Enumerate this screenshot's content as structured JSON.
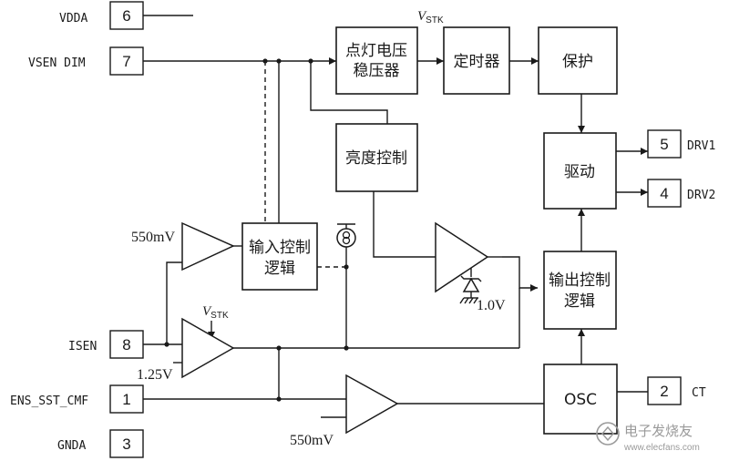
{
  "pins": {
    "vdda": {
      "label": "VDDA",
      "num": "6"
    },
    "vsen": {
      "label": "VSEN DIM",
      "num": "7"
    },
    "isen": {
      "label": "ISEN",
      "num": "8"
    },
    "ens": {
      "label": "ENS_SST_CMF",
      "num": "1"
    },
    "gnda": {
      "label": "GNDA",
      "num": "3"
    },
    "drv1": {
      "label": "DRV1",
      "num": "5"
    },
    "drv2": {
      "label": "DRV2",
      "num": "4"
    },
    "ct": {
      "label": "CT",
      "num": "2"
    }
  },
  "blocks": {
    "regulator": [
      "点灯电压",
      "稳压器"
    ],
    "timer": "定时器",
    "protect": "保护",
    "brightness": "亮度控制",
    "driver": "驱动",
    "input_logic": [
      "输入控制",
      "逻辑"
    ],
    "output_logic": [
      "输出控制",
      "逻辑"
    ],
    "osc": "OSC"
  },
  "labels": {
    "vstk_main": "V",
    "vstk_sub": "STK",
    "ref_550_top": "550mV",
    "ref_550_bottom": "550mV",
    "ref_125": "1.25V",
    "ref_10": "1.0V"
  },
  "watermark": {
    "text": "电子发烧友",
    "url": "www.elecfans.com"
  }
}
